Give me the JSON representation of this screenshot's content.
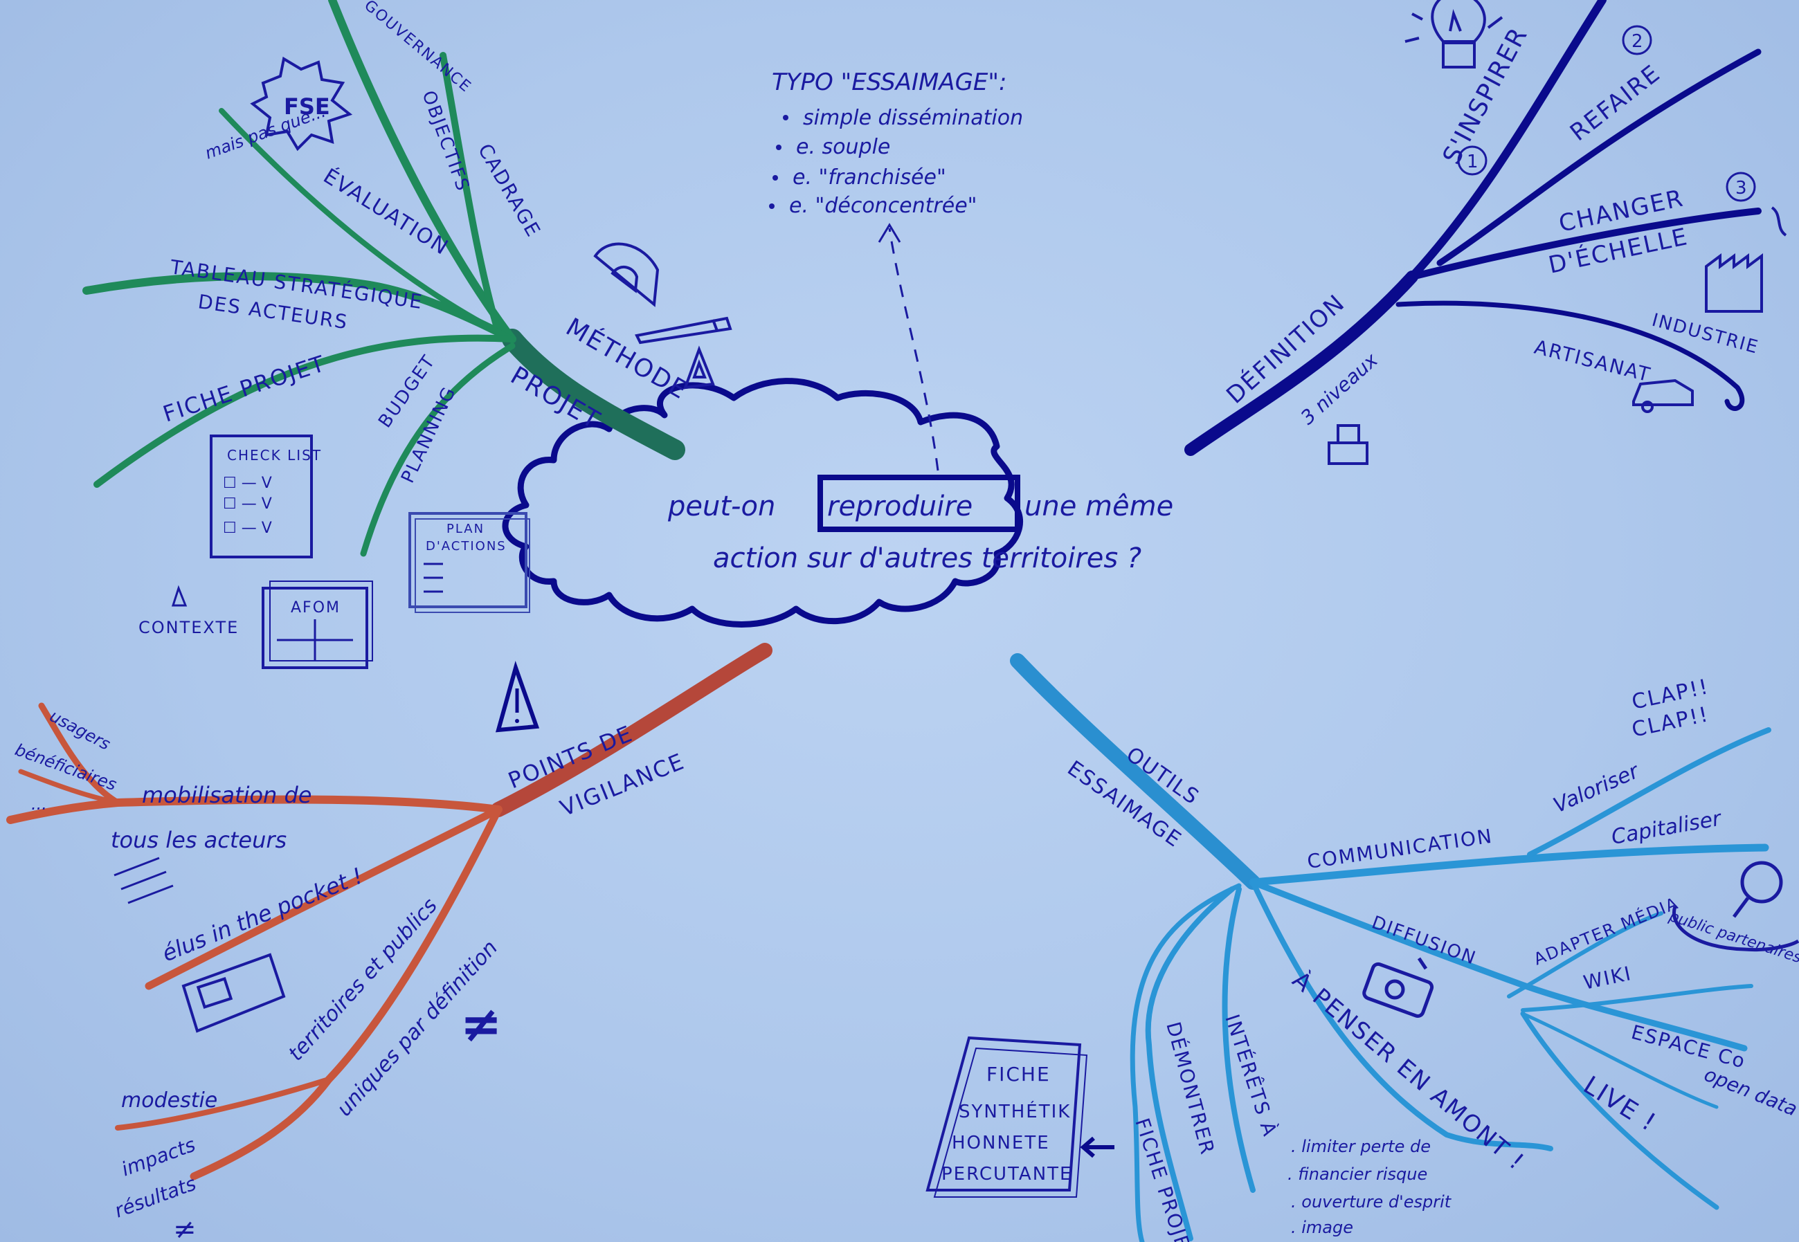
{
  "center": {
    "line1_pre": "peut-on",
    "line1_boxed": "reproduire",
    "line1_post": "une même",
    "line2": "action sur d'autres territoires ?"
  },
  "top_note": {
    "title": "TYPO \"ESSAIMAGE\":",
    "items": [
      "simple dissémination",
      "e. souple",
      "e. \"franchisée\"",
      "e. \"déconcentrée\""
    ]
  },
  "branch_methode": {
    "label_1": "MÉTHODE",
    "label_2": "PROJET",
    "sub": {
      "gouvernance": "GOUVERNANCE",
      "cadrage": "CADRAGE",
      "objectifs": "OBJECTIFS",
      "fse": "FSE",
      "mais_pas_que": "mais pas que...",
      "evaluation": "ÉVALUATION",
      "tableau_1": "TABLEAU STRATÉGIQUE",
      "tableau_2": "DES ACTEURS",
      "fiche_projet": "FICHE PROJET",
      "budget": "BUDGET",
      "planning": "PLANNING",
      "checklist_title": "CHECK LIST",
      "checklist_items": [
        "☐ — V",
        "☐ — V",
        "☐ — V"
      ],
      "plan_title_1": "PLAN",
      "plan_title_2": "D'ACTIONS",
      "contexte": "CONTEXTE",
      "afom": "AFOM"
    }
  },
  "branch_definition": {
    "label": "DÉFINITION",
    "three_levels": "3 niveaux",
    "sub": {
      "inspirer": "S'INSPIRER",
      "refaire": "REFAIRE",
      "changer_1": "CHANGER",
      "changer_2": "D'ÉCHELLE",
      "num_1": "1",
      "num_2": "2",
      "num_3": "3",
      "industrie": "INDUSTRIE",
      "artisanat": "ARTISANAT"
    }
  },
  "branch_vigilance": {
    "label_1": "POINTS DE",
    "label_2": "VIGILANCE",
    "sub": {
      "usagers": "usagers",
      "beneficiaires": "bénéficiaires",
      "dots": "...",
      "mobilisation_1": "mobilisation de",
      "mobilisation_2": "tous les acteurs",
      "elus": "élus in the pocket !",
      "territoires": "territoires et publics",
      "uniques": "uniques par définition",
      "neq": "≠",
      "modestie": "modestie",
      "impacts": "impacts",
      "resultats": "résultats",
      "neq_small": "≠"
    }
  },
  "branch_outils": {
    "label_1": "OUTILS",
    "label_2": "ESSAIMAGE",
    "sub": {
      "communication": "COMMUNICATION",
      "valoriser": "Valoriser",
      "capitaliser": "Capitaliser",
      "clap_1": "CLAP!!",
      "clap_2": "CLAP!!",
      "diffusion": "DIFFUSION",
      "adapter_media": "ADAPTER MÉDIA",
      "public_partenaires": "public partenaires",
      "wiki": "WIKI",
      "espace_co": "ESPACE Co",
      "open_data": "open data",
      "live": "LIVE !",
      "a_penser": "À PENSER EN AMONT !",
      "interets": "INTÉRÊTS À",
      "demontrer": "DÉMONTRER",
      "fiche_projet": "FICHE PROJET",
      "fiche_1": "FICHE",
      "fiche_2": "SYNTHÉTIK",
      "fiche_3": "HONNETE",
      "fiche_4": "PERCUTANTE",
      "reasons": [
        ". limiter perte de",
        ". financier  risque",
        ". ouverture d'esprit",
        ". image"
      ]
    }
  },
  "colors": {
    "paper": "#aec8ec",
    "ink_blue": "#1a1aa0",
    "navy": "#0a0a8c",
    "green": "#1f8a5a",
    "orange": "#c8563c",
    "cyan": "#2a95d6"
  },
  "icons": [
    "lightbulb-icon",
    "protractor-icon",
    "pencil-icon",
    "warning-icon",
    "factory-icon",
    "magnifier-icon",
    "projector-icon",
    "tablet-icon",
    "stamp-icon",
    "car-icon"
  ]
}
